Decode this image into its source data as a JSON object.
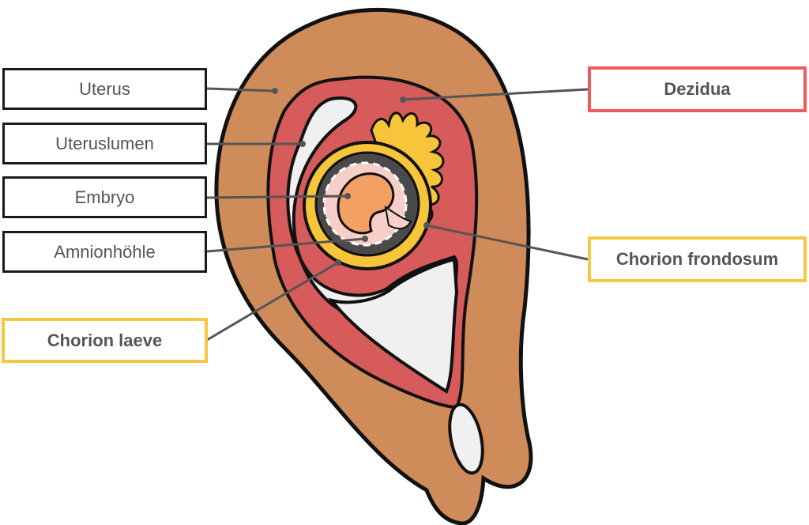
{
  "labels": {
    "uterus": "Uterus",
    "uteruslumen": "Uteruslumen",
    "embryo": "Embryo",
    "amnionhoehle": "Amnionhöhle",
    "chorion_laeve": "Chorion laeve",
    "dezidua": "Dezidua",
    "chorion_frondosum": "Chorion frondosum"
  },
  "colors": {
    "uterus": "#d08b5b",
    "dezidua": "#d75b5b",
    "lumen": "#f0f0f0",
    "chorion": "#f6c53a",
    "chorion_cavity": "#4a4a4a",
    "amnion": "#f7cfc8",
    "embryo": "#f3a064",
    "outline": "#111111",
    "pointer": "#555555",
    "box_dezidua_border": "#ef5a5f",
    "box_chorion_border": "#f4c842"
  }
}
